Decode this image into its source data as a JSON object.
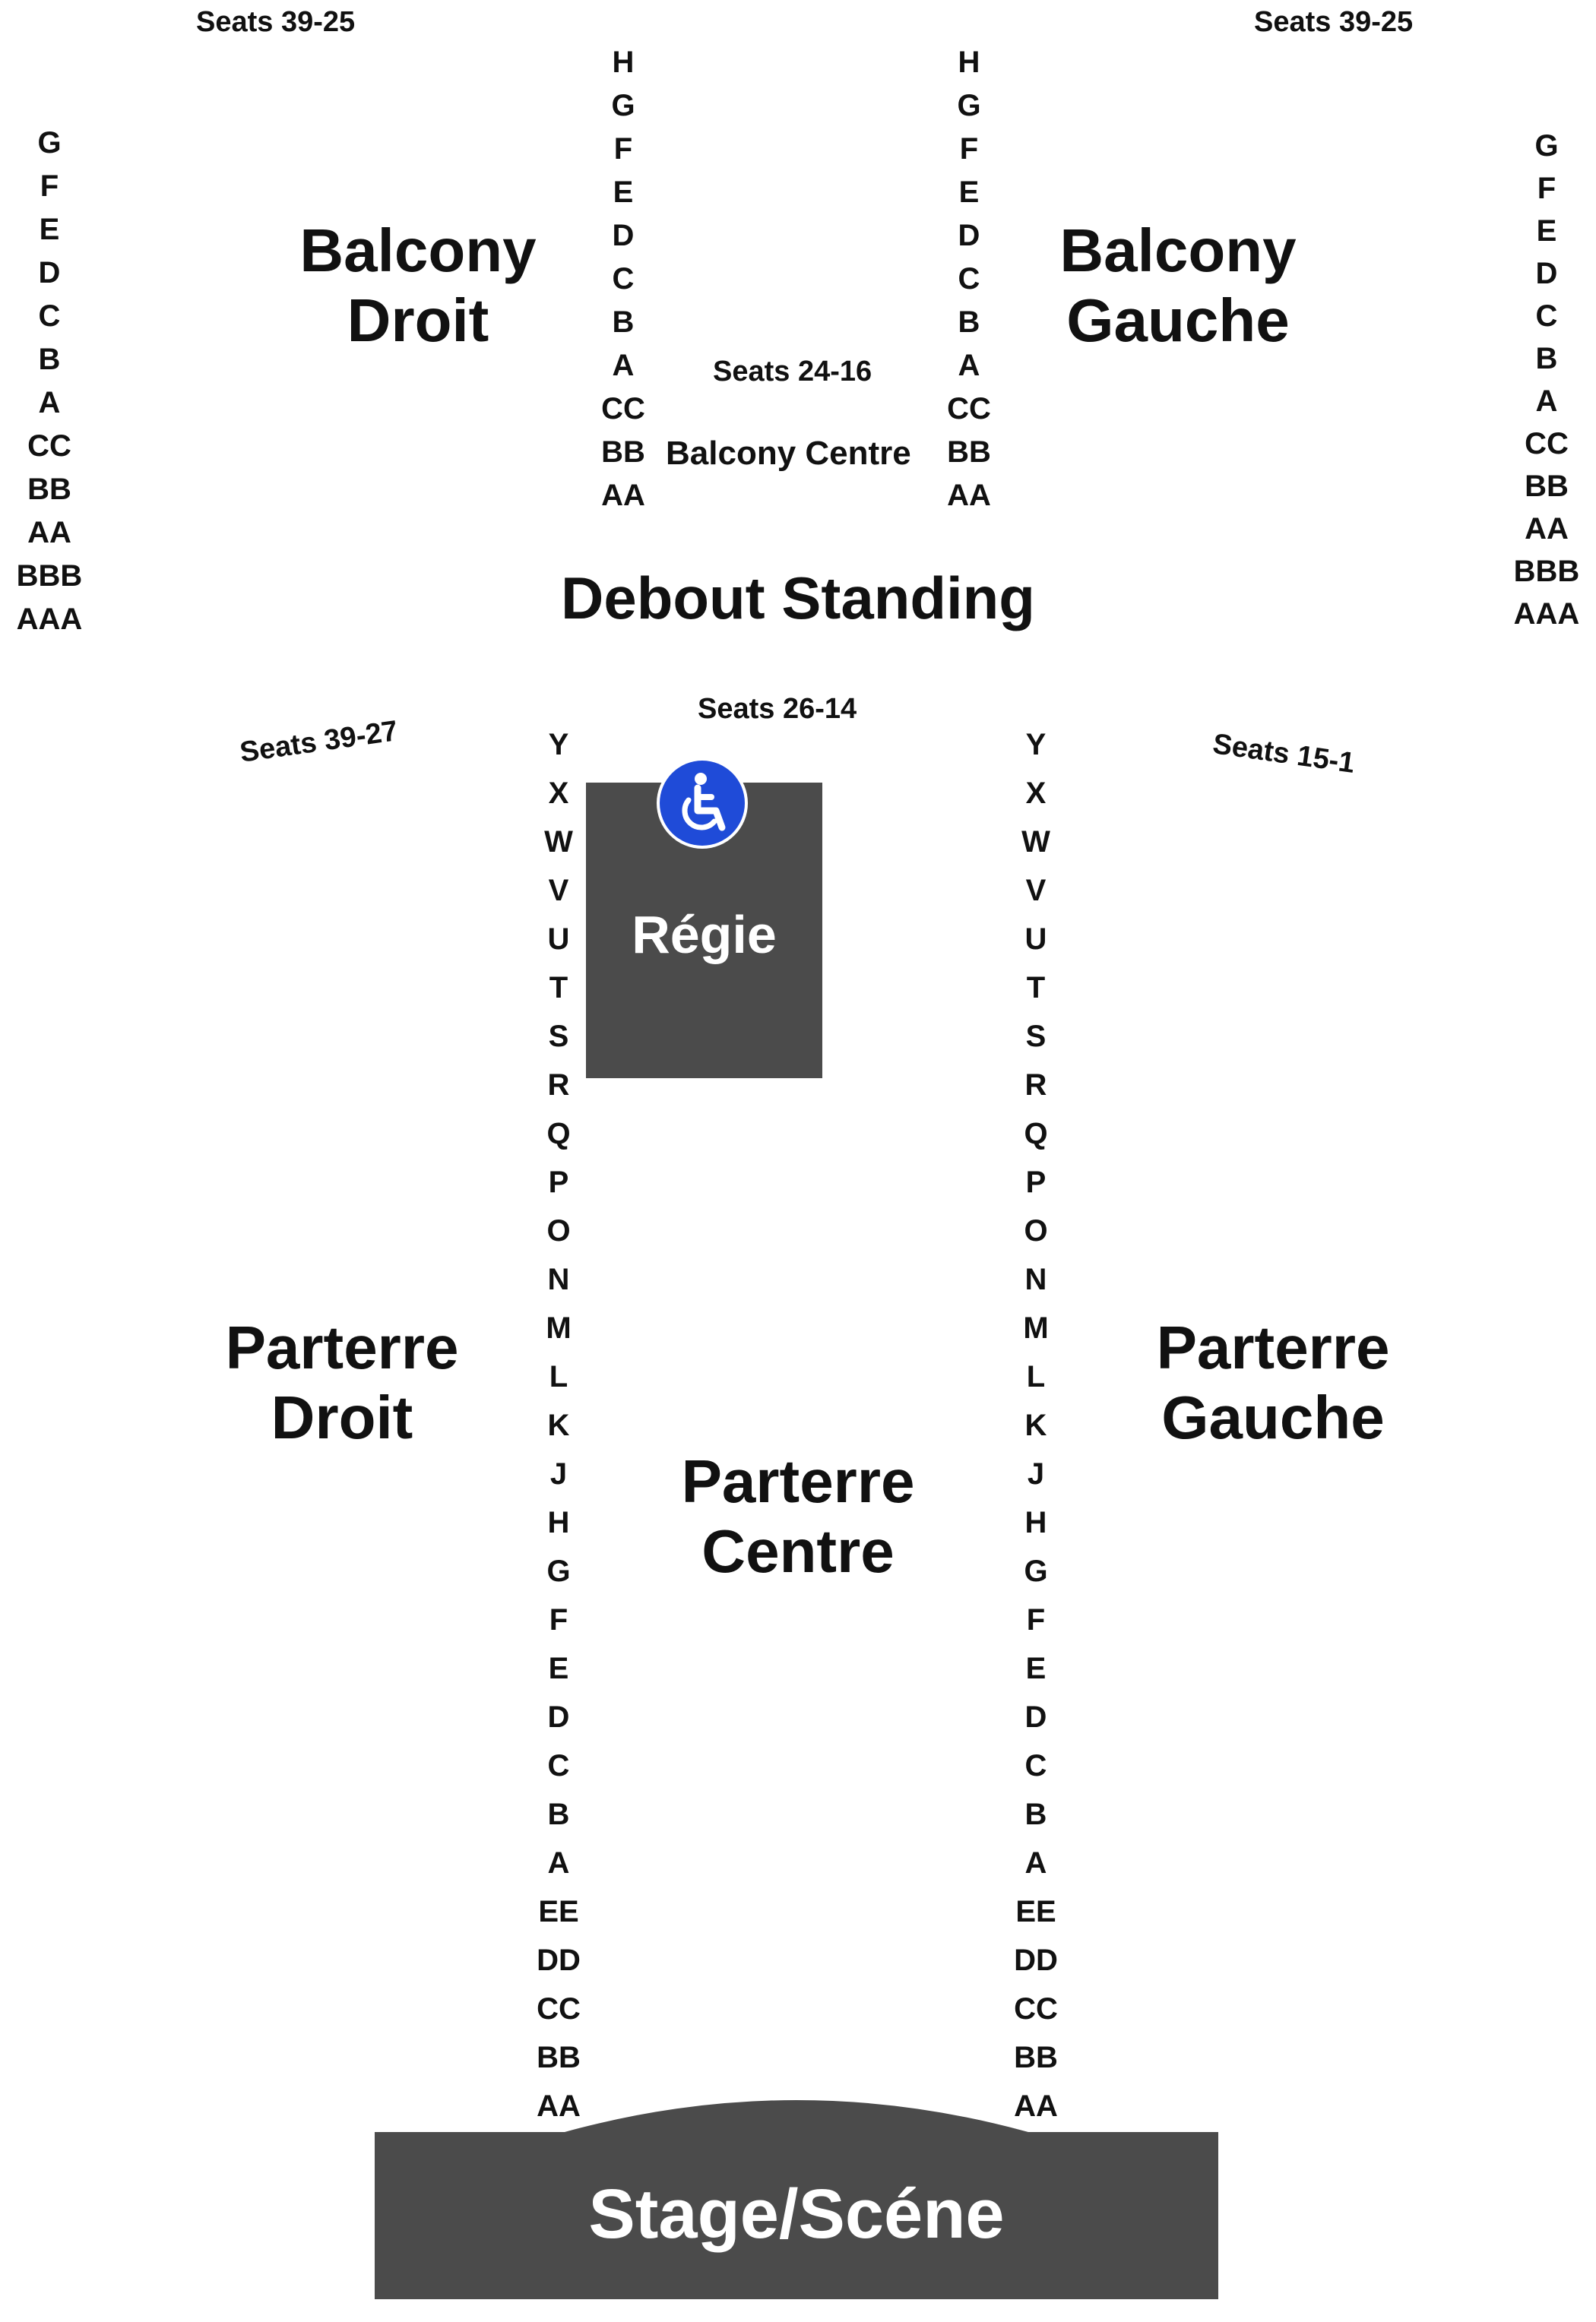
{
  "seat_labels": {
    "balcony_droit_top": "Seats 39-25",
    "balcony_gauche_top": "Seats 39-25",
    "balcony_centre": "Seats 24-16",
    "parterre_droit": "Seats 39-27",
    "parterre_centre": "Seats 26-14",
    "parterre_gauche": "Seats 15-1"
  },
  "sections": {
    "balcony_droit": [
      "Balcony",
      "Droit"
    ],
    "balcony_gauche": [
      "Balcony",
      "Gauche"
    ],
    "balcony_centre": "Balcony Centre",
    "debout_standing": "Debout Standing",
    "parterre_droit": [
      "Parterre",
      "Droit"
    ],
    "parterre_gauche": [
      "Parterre",
      "Gauche"
    ],
    "parterre_centre": [
      "Parterre",
      "Centre"
    ],
    "regie": "Régie",
    "stage": "Stage/Scéne"
  },
  "rows": {
    "balcony_outer": [
      "G",
      "F",
      "E",
      "D",
      "C",
      "B",
      "A",
      "CC",
      "BB",
      "AA",
      "BBB",
      "AAA"
    ],
    "balcony_inner": [
      "H",
      "G",
      "F",
      "E",
      "D",
      "C",
      "B",
      "A",
      "CC",
      "BB",
      "AA"
    ],
    "parterre": [
      "Y",
      "X",
      "W",
      "V",
      "U",
      "T",
      "S",
      "R",
      "Q",
      "P",
      "O",
      "N",
      "M",
      "L",
      "K",
      "J",
      "H",
      "G",
      "F",
      "E",
      "D",
      "C",
      "B",
      "A",
      "EE",
      "DD",
      "CC",
      "BB",
      "AA"
    ]
  },
  "icons": {
    "accessibility": "wheelchair-icon"
  },
  "colors": {
    "block": "#4b4b4b",
    "accessibility": "#1f4bd8",
    "text": "#111111"
  }
}
